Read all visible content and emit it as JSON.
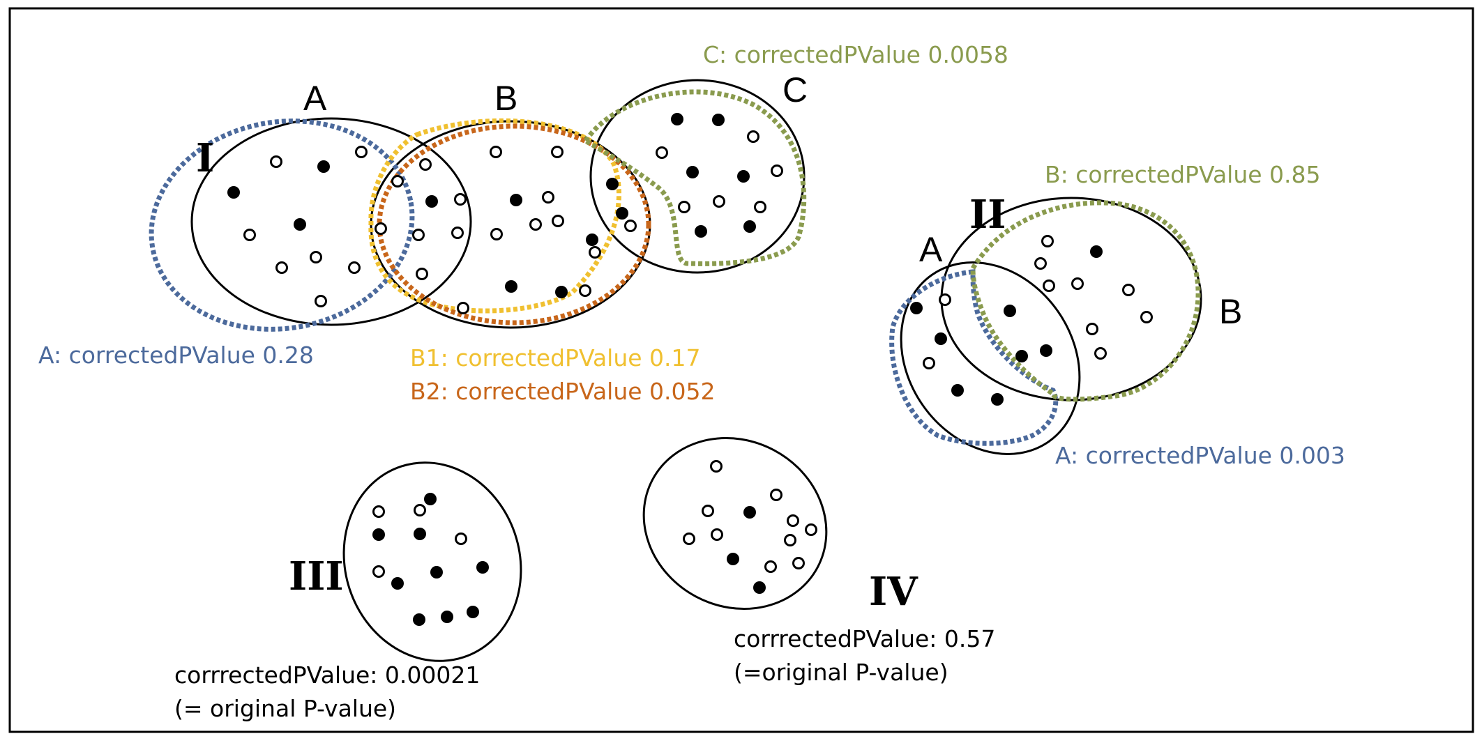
{
  "colors": {
    "blue": "#4C6A9C",
    "green": "#8A9B4E",
    "yellow": "#F0C030",
    "orange": "#C8661A",
    "black": "#000000"
  },
  "groups": {
    "I": {
      "label": "I",
      "set_labels": {
        "a": "A",
        "b": "B",
        "c": "C"
      },
      "annotations": {
        "a": "A: correctedPValue 0.28",
        "b1": "B1: correctedPValue 0.17",
        "b2": "B2: correctedPValue 0.052",
        "c": "C: correctedPValue 0.0058"
      }
    },
    "II": {
      "label": "II",
      "set_labels": {
        "a": "A",
        "b": "B"
      },
      "annotations": {
        "a": "A: correctedPValue 0.003",
        "b": "B: correctedPValue 0.85"
      }
    },
    "III": {
      "label": "III",
      "annotation_line1": "corrrectedPValue: 0.00021",
      "annotation_line2": "(= original P-value)"
    },
    "IV": {
      "label": "IV",
      "annotation_line1": "corrrectedPValue: 0.57",
      "annotation_line2": "(=original P-value)"
    }
  },
  "legend_point_types": [
    "filled",
    "open"
  ]
}
